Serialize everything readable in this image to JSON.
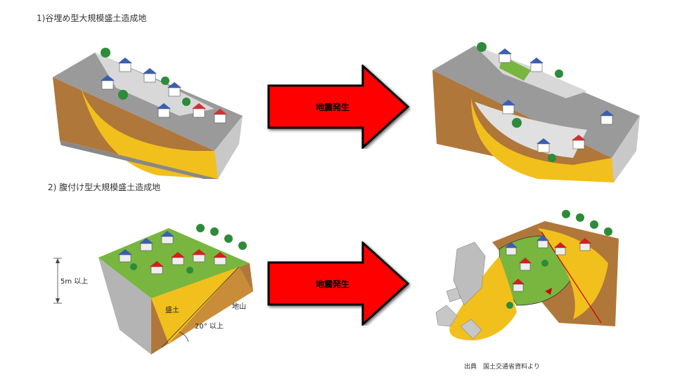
{
  "section1": {
    "title": "1)谷埋め型大規模盛土造成地"
  },
  "section2": {
    "title": "2) 腹付け型大規模盛土造成地"
  },
  "arrows": [
    {
      "label": "地震発生"
    },
    {
      "label": "地震発生"
    }
  ],
  "diagram2": {
    "height_label": "5m 以上",
    "fill_label": "盛土",
    "ground_label": "地山",
    "angle_label": "20° 以上"
  },
  "source": "出典　国土交通省資料より",
  "colors": {
    "arrow_red": "#ff0000",
    "fill_yellow": "#f2c01c",
    "grass": "#78b640",
    "ground": "#b8762f"
  }
}
